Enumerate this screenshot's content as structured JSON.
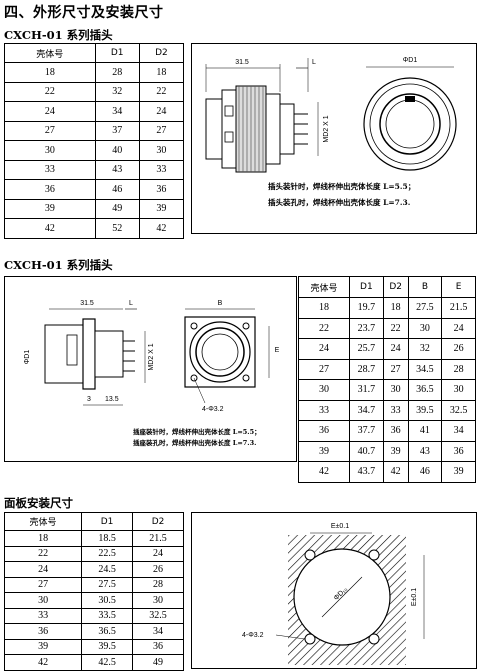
{
  "page_title": "四、外形尺寸及安装尺寸",
  "section1": {
    "title": "CXCH-01 系列插头",
    "headers": [
      "壳体号",
      "D1",
      "D2"
    ],
    "rows": [
      [
        "18",
        "28",
        "18"
      ],
      [
        "22",
        "32",
        "22"
      ],
      [
        "24",
        "34",
        "24"
      ],
      [
        "27",
        "37",
        "27"
      ],
      [
        "30",
        "40",
        "30"
      ],
      [
        "33",
        "43",
        "33"
      ],
      [
        "36",
        "46",
        "36"
      ],
      [
        "39",
        "49",
        "39"
      ],
      [
        "42",
        "52",
        "42"
      ]
    ],
    "dim_length": "31.5",
    "dim_l": "L",
    "dim_md2": "MD2 X 1",
    "dim_phid1": "ΦD1",
    "note1": "插头装针时，焊线杯伸出壳体长度 L=5.5；",
    "note2": "插头装孔时，焊线杯伸出壳体长度 L=7.3."
  },
  "section2": {
    "title": "CXCH-01 系列插头",
    "headers": [
      "壳体号",
      "D1",
      "D2",
      "B",
      "E"
    ],
    "rows": [
      [
        "18",
        "19.7",
        "18",
        "27.5",
        "21.5"
      ],
      [
        "22",
        "23.7",
        "22",
        "30",
        "24"
      ],
      [
        "24",
        "25.7",
        "24",
        "32",
        "26"
      ],
      [
        "27",
        "28.7",
        "27",
        "34.5",
        "28"
      ],
      [
        "30",
        "31.7",
        "30",
        "36.5",
        "30"
      ],
      [
        "33",
        "34.7",
        "33",
        "39.5",
        "32.5"
      ],
      [
        "36",
        "37.7",
        "36",
        "41",
        "34"
      ],
      [
        "39",
        "40.7",
        "39",
        "43",
        "36"
      ],
      [
        "42",
        "43.7",
        "42",
        "46",
        "39"
      ]
    ],
    "dim_length": "31.5",
    "dim_l": "L",
    "dim_phid1": "ΦD1",
    "dim_md2": "MD2 X 1",
    "dim_3": "3",
    "dim_135": "13.5",
    "dim_b": "B",
    "dim_e": "E",
    "dim_holes": "4-Φ3.2",
    "note1": "插座装针时，焊线杯伸出壳体长度 L=5.5；",
    "note2": "插座装孔时，焊线杯伸出壳体长度 L=7.3."
  },
  "section3": {
    "title": "面板安装尺寸",
    "headers": [
      "壳体号",
      "D1",
      "D2"
    ],
    "rows": [
      [
        "18",
        "18.5",
        "21.5"
      ],
      [
        "22",
        "22.5",
        "24"
      ],
      [
        "24",
        "24.5",
        "26"
      ],
      [
        "27",
        "27.5",
        "28"
      ],
      [
        "30",
        "30.5",
        "30"
      ],
      [
        "33",
        "33.5",
        "32.5"
      ],
      [
        "36",
        "36.5",
        "34"
      ],
      [
        "39",
        "39.5",
        "36"
      ],
      [
        "42",
        "42.5",
        "49"
      ]
    ],
    "dim_e_top": "E±0.1",
    "dim_e_side": "E±0.1",
    "dim_d": "ΦD₁₀",
    "dim_holes": "4-Φ3.2"
  }
}
